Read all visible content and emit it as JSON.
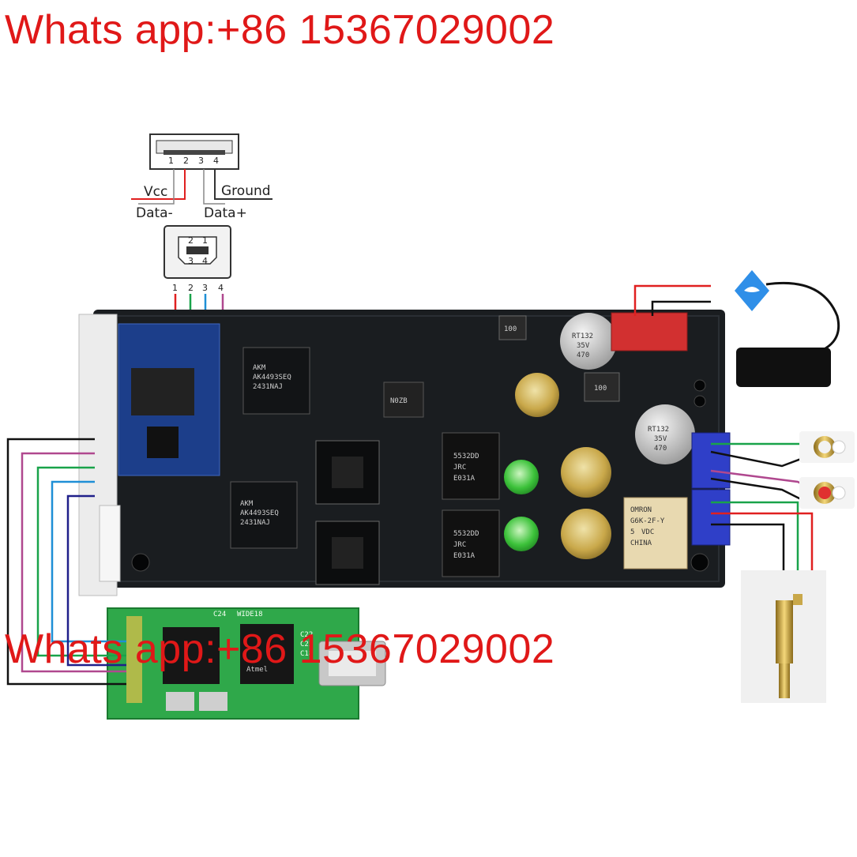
{
  "watermark": {
    "text": "Whats app:+86 15367029002"
  },
  "usb_diagram": {
    "vcc": "Vcc",
    "ground": "Ground",
    "data_minus": "Data-",
    "data_plus": "Data+",
    "typeA_pins": [
      "1",
      "2",
      "3",
      "4"
    ],
    "typeB_pins_top": [
      "2",
      "1"
    ],
    "typeB_pins_bottom": [
      "3",
      "4"
    ],
    "typeB_pin_row": [
      "1",
      "2",
      "3",
      "4"
    ]
  },
  "board": {
    "inductor1": "100",
    "inductor2": "100",
    "cap1": [
      "470",
      "35V",
      "RT132"
    ],
    "cap2": [
      "470",
      "35V",
      "RT132"
    ],
    "chip_akm1": [
      "AKM",
      "AK4493SEQ",
      "2431NAJ"
    ],
    "chip_akm2": [
      "AKM",
      "AK4493SEQ",
      "2431NAJ"
    ],
    "opamp1": [
      "5532DD",
      "JRC",
      "E031A"
    ],
    "opamp2": [
      "5532DD",
      "JRC",
      "E031A"
    ],
    "relay": [
      "OMRON",
      "G6K-2F-Y",
      "5",
      "VDC",
      "CHINA"
    ],
    "regulator": "N0ZB"
  },
  "usb_module": {
    "labels": [
      "C24",
      "WIDE18",
      "C22",
      "C23",
      "C18",
      "Atmel"
    ]
  },
  "colors": {
    "watermark": "#e01818",
    "pcb": "#1a1d20",
    "module_pcb": "#2fa84a",
    "wire_red": "#e02020",
    "wire_green": "#19a34a",
    "wire_blue": "#1f8fd6",
    "wire_purple": "#b0488f",
    "wire_black": "#111111",
    "wire_navy": "#20208a"
  }
}
